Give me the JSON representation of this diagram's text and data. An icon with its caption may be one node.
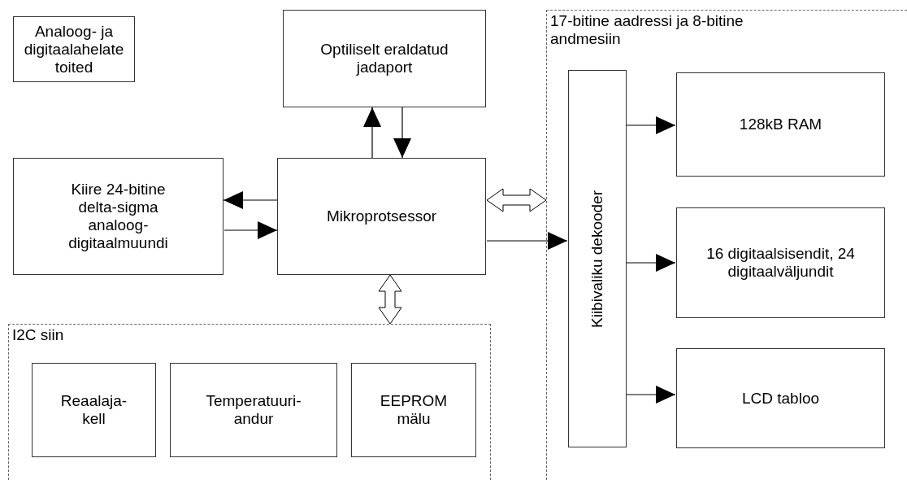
{
  "diagram": {
    "nodes": [
      {
        "text": [
          "Analoog- ja digitaalahelate toited"
        ]
      },
      {
        "text": [
          "Optiliselt eraldatud jadaport"
        ]
      },
      {
        "text": [
          "Kiire 24-bitine delta-sigma analoog-digitaalmuundi"
        ]
      },
      {
        "text": [
          "Mikroprotsessor"
        ]
      },
      {
        "text": [
          "17-bitine aadressi ja 8-bitine andmesiin"
        ]
      },
      {
        "text": [
          "Kiibivaliku dekooder"
        ],
        "in": 4
      },
      {
        "text": [
          "128kB RAM"
        ],
        "in": 4
      },
      {
        "text": [
          "16 digitaalsisendit, 24 digitaalväljundit"
        ],
        "in": 4
      },
      {
        "text": [
          "LCD tabloo"
        ],
        "in": 4
      },
      {
        "text": [
          "I2C siin"
        ]
      },
      {
        "text": [
          "Reaalaja-kell"
        ],
        "in": 9
      },
      {
        "text": [
          "Temperatuuri-andur"
        ],
        "in": 9
      },
      {
        "text": [
          "EEPROM mälu"
        ],
        "in": 9
      }
    ],
    "edges": [
      {
        "from": 3,
        "to": 1,
        "arrow": "to"
      },
      {
        "from": 1,
        "to": 3,
        "arrow": "to"
      },
      {
        "from": 3,
        "to": 2,
        "arrow": "to"
      },
      {
        "from": 2,
        "to": 3,
        "arrow": "to"
      },
      {
        "from": 3,
        "to": 4,
        "arrow": "both",
        "style": "thick"
      },
      {
        "from": 3,
        "to": 5,
        "arrow": "to"
      },
      {
        "from": 3,
        "to": 9,
        "arrow": "both",
        "style": "thick"
      },
      {
        "from": 5,
        "to": 6,
        "arrow": "to"
      },
      {
        "from": 5,
        "to": 7,
        "arrow": "to"
      },
      {
        "from": 5,
        "to": 8,
        "arrow": "to"
      }
    ]
  }
}
